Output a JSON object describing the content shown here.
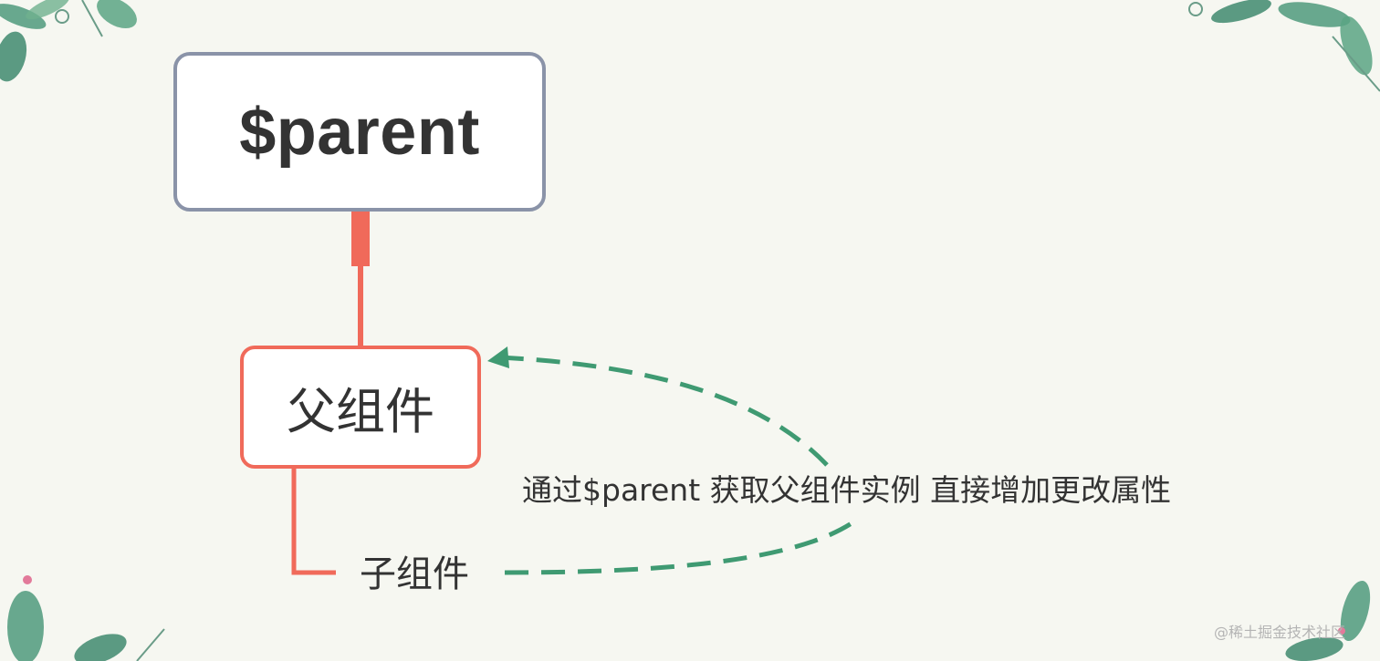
{
  "nodes": {
    "root": "$parent",
    "parent": "父组件",
    "child": "子组件"
  },
  "annotation": "通过$parent 获取父组件实例 直接增加更改属性",
  "watermark": "@稀土掘金技术社区",
  "colors": {
    "background": "#f6f7f1",
    "root_border": "#8a93a8",
    "connector": "#f06a5a",
    "dashed_arrow": "#3f9a72",
    "text": "#333333"
  }
}
